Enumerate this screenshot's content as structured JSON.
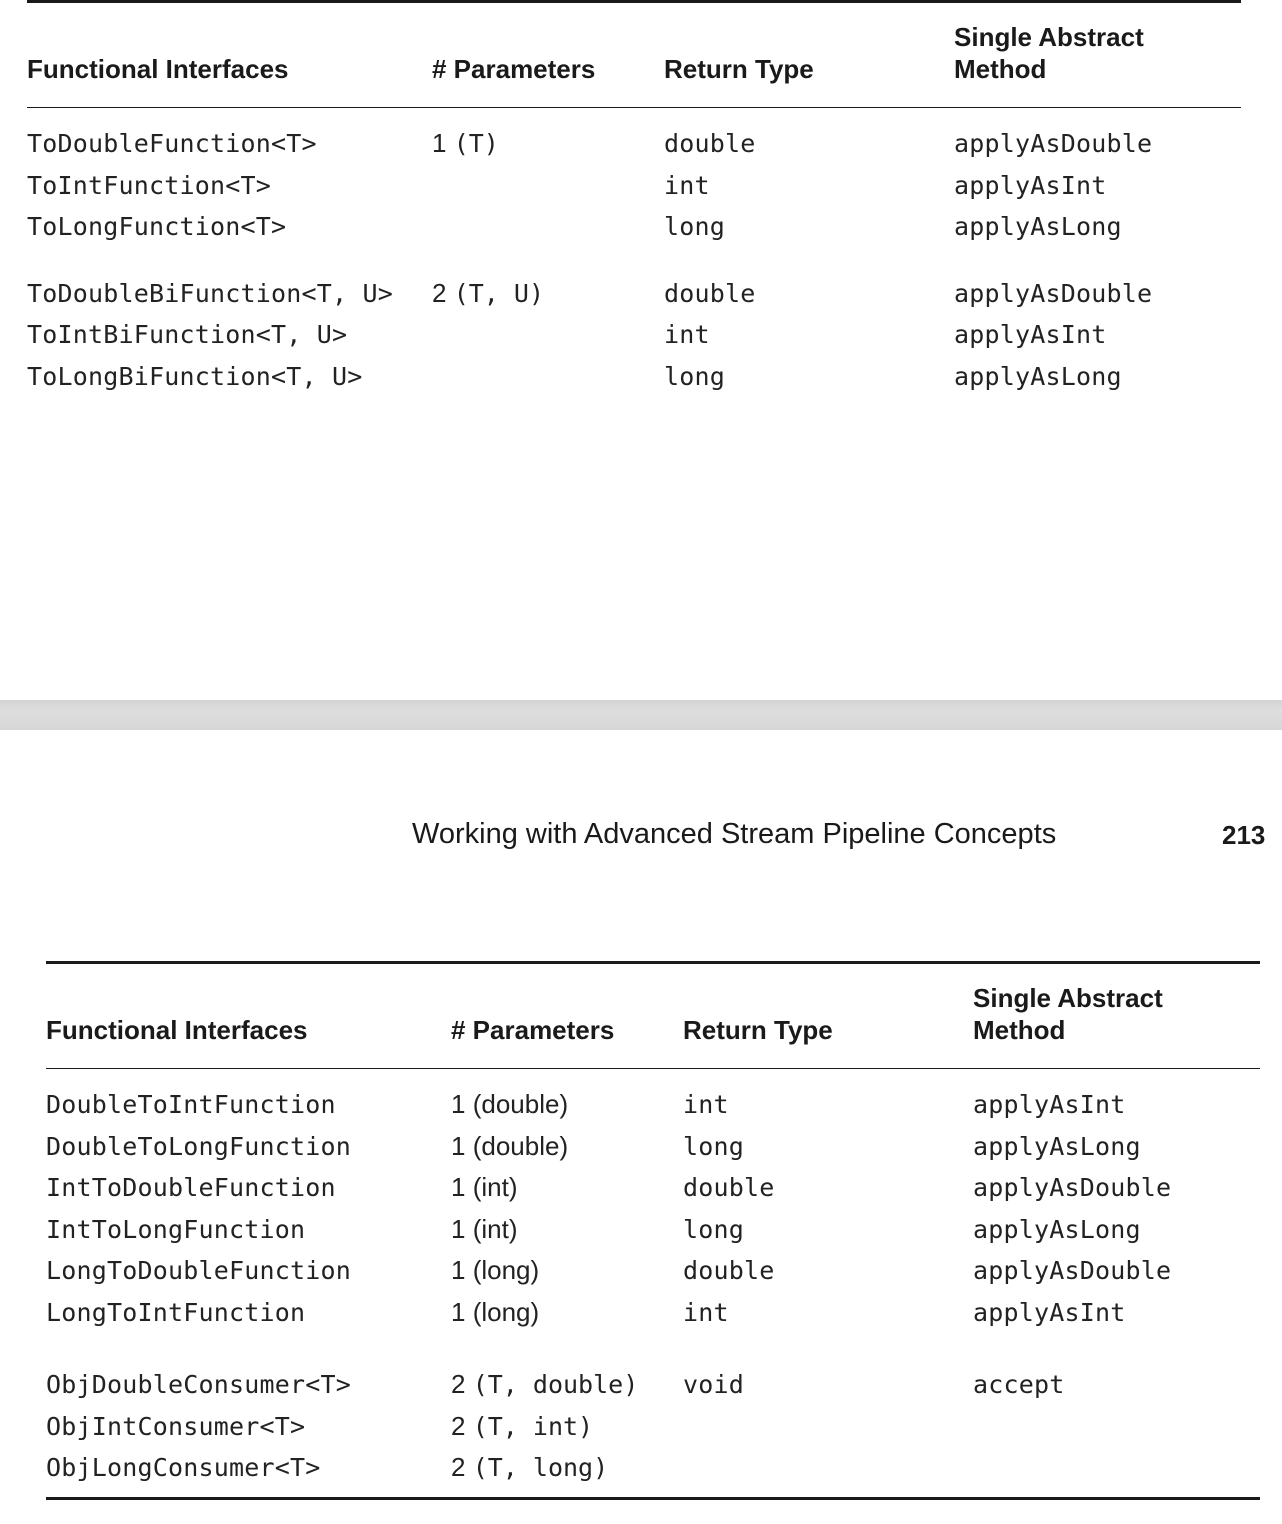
{
  "top_table": {
    "headers": {
      "interfaces": "Functional Interfaces",
      "parameters": "# Parameters",
      "return_type": "Return Type",
      "method_line1": "Single Abstract",
      "method_line2": "Method"
    },
    "groups": [
      {
        "rows": [
          {
            "iface": "ToDoubleFunction<T>",
            "param_count": "1",
            "param_types": "(T)",
            "ret": "double",
            "method": "applyAsDouble"
          },
          {
            "iface": "ToIntFunction<T>",
            "param_count": "",
            "param_types": "",
            "ret": "int",
            "method": "applyAsInt"
          },
          {
            "iface": "ToLongFunction<T>",
            "param_count": "",
            "param_types": "",
            "ret": "long",
            "method": "applyAsLong"
          }
        ]
      },
      {
        "rows": [
          {
            "iface": "ToDoubleBiFunction<T, U>",
            "param_count": "2",
            "param_types": "(T, U)",
            "ret": "double",
            "method": "applyAsDouble"
          },
          {
            "iface": "ToIntBiFunction<T, U>",
            "param_count": "",
            "param_types": "",
            "ret": "int",
            "method": "applyAsInt"
          },
          {
            "iface": "ToLongBiFunction<T, U>",
            "param_count": "",
            "param_types": "",
            "ret": "long",
            "method": "applyAsLong"
          }
        ]
      }
    ]
  },
  "running_head": {
    "title": "Working with Advanced Stream Pipeline Concepts",
    "page_number": "213"
  },
  "bottom_table": {
    "headers": {
      "interfaces": "Functional Interfaces",
      "parameters": "# Parameters",
      "return_type": "Return Type",
      "method_line1": "Single Abstract",
      "method_line2": "Method"
    },
    "groups": [
      {
        "rows": [
          {
            "iface": "DoubleToIntFunction",
            "param_count": "1",
            "param_types": "(double)",
            "ret": "int",
            "method": "applyAsInt"
          },
          {
            "iface": "DoubleToLongFunction",
            "param_count": "1",
            "param_types": "(double)",
            "ret": "long",
            "method": "applyAsLong"
          },
          {
            "iface": "IntToDoubleFunction",
            "param_count": "1",
            "param_types": "(int)",
            "ret": "double",
            "method": "applyAsDouble"
          },
          {
            "iface": "IntToLongFunction",
            "param_count": "1",
            "param_types": "(int)",
            "ret": "long",
            "method": "applyAsLong"
          },
          {
            "iface": "LongToDoubleFunction",
            "param_count": "1",
            "param_types": "(long)",
            "ret": "double",
            "method": "applyAsDouble"
          },
          {
            "iface": "LongToIntFunction",
            "param_count": "1",
            "param_types": "(long)",
            "ret": "int",
            "method": "applyAsInt"
          }
        ]
      },
      {
        "rows": [
          {
            "iface": "ObjDoubleConsumer<T>",
            "param_count": "2",
            "param_types": "(T, double)",
            "ret": "void",
            "method": "accept"
          },
          {
            "iface": "ObjIntConsumer<T>",
            "param_count": "2",
            "param_types": "(T, int)",
            "ret": "",
            "method": ""
          },
          {
            "iface": "ObjLongConsumer<T>",
            "param_count": "2",
            "param_types": "(T, long)",
            "ret": "",
            "method": ""
          }
        ]
      }
    ]
  }
}
